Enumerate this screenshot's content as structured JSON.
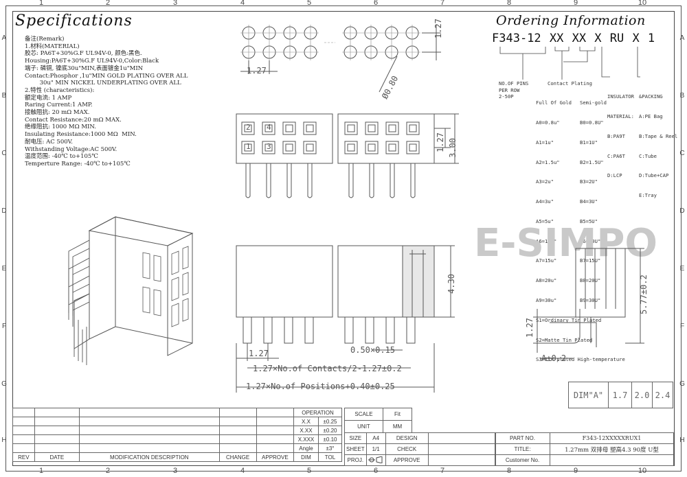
{
  "grid": {
    "numbers": [
      "1",
      "2",
      "3",
      "4",
      "5",
      "6",
      "7",
      "8",
      "9",
      "10"
    ],
    "letters": [
      "A",
      "B",
      "C",
      "D",
      "E",
      "F",
      "G",
      "H"
    ]
  },
  "specifications": {
    "title": "Specifications",
    "lines": [
      "备注(Remark)",
      "1.材料(MATERIAL)",
      "胶芯: PA6T+30%G.F UL94V-0, 颜色:黑色.",
      "Housing:PA6T+30%G.F UL94V-0,Color:Black",
      "端子: 磷铜, 镍底30u\"MIN,表面镀金1u\"MIN",
      "Contact:Phosphor ,1u\"MIN GOLD PLATING OVER ALL",
      "        30u\" MIN NICKEL UNDERPLATING OVER ALL",
      "2.特性 (characteristics):",
      "额定电流: 1 AMP",
      "Raring Current:1 AMP.",
      "接触阻抗: 20 mΩ MAX.",
      "Contact Resistance:20 mΩ MAX.",
      "绝缘阻抗: 1000 MΩ MIN.",
      "Insulating Resistance:1000 MΩ  MIN.",
      "耐电压: AC 500V.",
      "Withstanding Voltage:AC 500V.",
      "温度范围: -40℃ to+105℃",
      "Temperture Range: -40℃ to+105℃"
    ]
  },
  "ordering": {
    "title": "Ordering Information",
    "code": "F343-12 XX XX X RU X 1",
    "pins": [
      "NO.OF PINS",
      "PER ROW",
      "2-50P"
    ],
    "plating_header": "Contact Plating",
    "full_gold_header": "Full Of Gold",
    "full_gold": [
      "A0=0.8u\"",
      "A1=1u\"",
      "A2=1.5u\"",
      "A3=2u\"",
      "A4=3u\"",
      "A5=5u\"",
      "A6=10u\"",
      "A7=15u\"",
      "A8=20u\"",
      "A9=30u\""
    ],
    "semi_gold_header": "Semi-gold",
    "semi_gold": [
      "B0=0.8U\"",
      "B1=1U\"",
      "B2=1.5U\"",
      "B3=2U\"",
      "B4=3U\"",
      "B5=5U\"",
      "B6=10U\"",
      "B7=15U\"",
      "B8=20U\"",
      "B9=30U\""
    ],
    "tin": [
      "S1=Ordinary Tin Plated",
      "S2=Matte Tin Plated",
      "S3=Tin-plated High-temperature"
    ],
    "insulator": [
      "INSULATOR",
      "MATERIAL:",
      "B:PA9T",
      "C:PA6T",
      "D:LCP"
    ],
    "packing": [
      "&PACKING",
      "A:PE Bag",
      "B:Tape & Reel",
      "C:Tube",
      "D:Tube+CAP",
      "E:Tray"
    ]
  },
  "watermark": "E-SIMPO",
  "dimensions": {
    "pitch_top": "1.27",
    "pitch_side": "1.27",
    "hole": "Ø0.80",
    "row_pitch": "1.27",
    "width": "3.00",
    "height": "4.30",
    "pin_pitch": "1.27",
    "pin_size": "0.50×0.15",
    "formula_contacts": "1.27×No.of Contacts/2-1.27±0.2",
    "formula_positions": "1.27×No.of Positions+0.40±0.25",
    "side_height": "5.77±0.2",
    "side_pitch": "1.27",
    "dim_a": "A±0.2",
    "pin_numbers": [
      "2",
      "4",
      "1",
      "3"
    ]
  },
  "dim_table": {
    "label": "DIM\"A\"",
    "values": [
      "1.7",
      "2.0",
      "2.4"
    ]
  },
  "title_block": {
    "operation": "OPERATION",
    "scale": "SCALE",
    "fit": "Fit",
    "unit": "UNIT",
    "mm": "MM",
    "tol_rows": [
      [
        "X.X",
        "±0.25"
      ],
      [
        "X.XX",
        "±0.20"
      ],
      [
        "X.XXX",
        "±0.10"
      ],
      [
        "Angle",
        "±3°"
      ]
    ],
    "dim": "DIM",
    "tol": "TOL",
    "size": "SIZE",
    "size_val": "A4",
    "design": "DESIGN",
    "sheet": "SHEET",
    "sheet_val": "1/1",
    "check": "CHECK",
    "proj": "PROJ.",
    "approve": "APPROVE",
    "part_no_label": "PART NO.",
    "part_no": "F343-12XXXXXRUX1",
    "title_label": "TITLE:",
    "title": "1.27mm 双排母 塑高4.3  90度 U型",
    "customer_label": "Customer No.",
    "rev": "REV",
    "date": "DATE",
    "mod": "MODIFICATION DESCRIPTION",
    "change": "CHANGE",
    "approve2": "APPROVE"
  }
}
